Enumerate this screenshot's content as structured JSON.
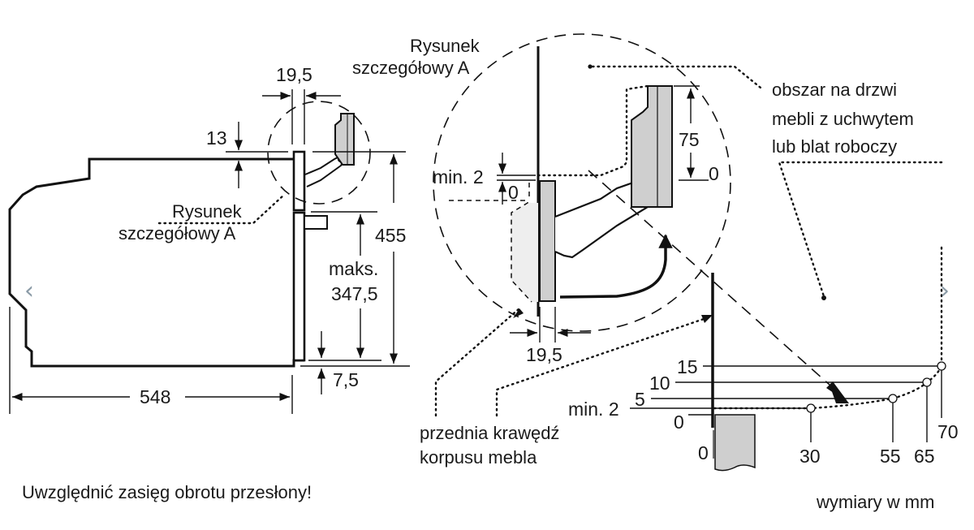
{
  "nav": {
    "prev_icon": "‹",
    "next_icon": "›"
  },
  "side_view": {
    "dim_top_offset": "13",
    "dim_panel_width": "19,5",
    "dim_total_height": "455",
    "dim_max_label": "maks.",
    "dim_max_value": "347,5",
    "dim_bottom_offset": "7,5",
    "dim_depth": "548",
    "detail_label_line1": "Rysunek",
    "detail_label_line2": "szczegółowy A"
  },
  "detail_view": {
    "title_line1": "Rysunek",
    "title_line2": "szczegółowy A",
    "dim_min_gap": "min. 2",
    "dim_zero_left": "0",
    "dim_handle_height": "75",
    "dim_zero_right": "0",
    "dim_panel_width": "19,5"
  },
  "annotations": {
    "door_area_line1": "obszar na drzwi",
    "door_area_line2": "mebli z uchwytem",
    "door_area_line3": "lub blat roboczy",
    "front_edge_line1": "przednia krawędź",
    "front_edge_line2": "korpusu mebla"
  },
  "clearance_chart": {
    "y_labels": [
      "15",
      "10",
      "5",
      "min. 2",
      "0"
    ],
    "x_origin": "0",
    "x_labels": [
      "30",
      "55",
      "65",
      "70"
    ],
    "points": [
      {
        "x": 30,
        "y": 2
      },
      {
        "x": 55,
        "y": 5
      },
      {
        "x": 65,
        "y": 10
      },
      {
        "x": 70,
        "y": 15
      }
    ]
  },
  "footer": {
    "warning": "Uwzględnić zasięg obrotu przesłony!",
    "units": "wymiary w mm"
  }
}
